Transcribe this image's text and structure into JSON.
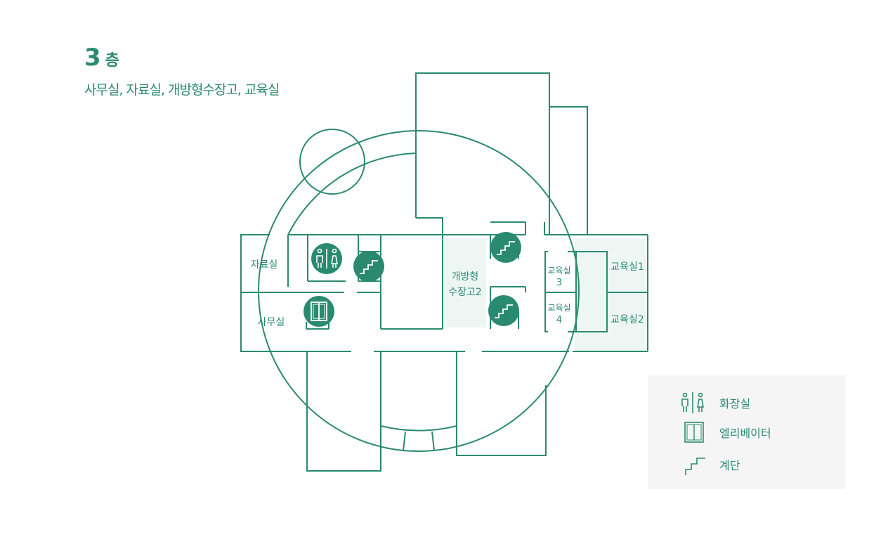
{
  "floor": {
    "number": "3",
    "unit": "층"
  },
  "subtitle": "사무실, 자료실, 개방형수장고, 교육실",
  "rooms": {
    "archive": "자료실",
    "office": "사무실",
    "storage_line1": "개방형",
    "storage_line2": "수장고2",
    "edu1": "교육실1",
    "edu2": "교육실2",
    "edu3_line1": "교육실",
    "edu3_line2": "3",
    "edu4_line1": "교육실",
    "edu4_line2": "4"
  },
  "legend": {
    "restroom": "화장실",
    "elevator": "엘리베이터",
    "stairs": "계단"
  },
  "colors": {
    "accent": "#2a8a6f",
    "fill_light": "#eef6f3",
    "legend_bg": "#f5f5f5"
  },
  "icons": [
    "restroom-icon",
    "elevator-icon",
    "stairs-icon"
  ]
}
